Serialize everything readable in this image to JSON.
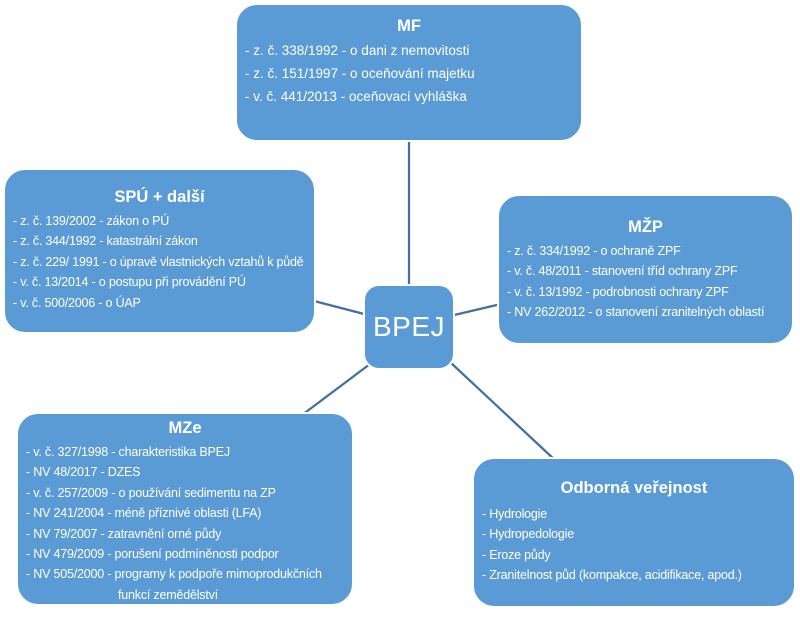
{
  "colors": {
    "box_fill": "#5b9bd5",
    "box_border": "#ffffff",
    "connector": "#41719c",
    "text": "#ffffff"
  },
  "center": {
    "label": "BPEJ"
  },
  "nodes": {
    "mf": {
      "title": "MF",
      "items": [
        "- z. č. 338/1992 - o dani z nemovitosti",
        "- z. č. 151/1997 - o oceňování majetku",
        "- v. č. 441/2013 - oceňovací vyhláška"
      ]
    },
    "spu": {
      "title": "SPÚ + další",
      "items": [
        "- z. č. 139/2002 - zákon o PÚ",
        "- z. č. 344/1992 - katastrální zákon",
        "- z. č. 229/ 1991 - o úpravě vlastnických vztahů k půdě",
        "- v. č. 13/2014 - o postupu při provádění PÚ",
        "- v. č. 500/2006 - o ÚAP"
      ]
    },
    "mzp": {
      "title": "MŽP",
      "items": [
        "- z. č. 334/1992 - o ochraně ZPF",
        "- v. č. 48/2011 - stanovení tříd ochrany ZPF",
        "- v. č. 13/1992 - podrobnosti ochrany ZPF",
        "- NV 262/2012 - o stanovení zranitelných oblastí"
      ]
    },
    "mze": {
      "title": "MZe",
      "items": [
        "- v. č. 327/1998 - charakteristika BPEJ",
        "- NV 48/2017 - DZES",
        "- v. č. 257/2009 - o používání sedimentu na ZP",
        "- NV 241/2004 - méně příznivé oblasti (LFA)",
        "- NV 79/2007 - zatravnění orné půdy",
        "- NV 479/2009 - porušení podmíněnosti podpor",
        "- NV 505/2000 - programy k podpoře mimoprodukčních funkcí zemědělství"
      ]
    },
    "odborna": {
      "title": "Odborná veřejnost",
      "items": [
        "- Hydrologie",
        "- Hydropedologie",
        "- Eroze půdy",
        "- Zranitelnost půd (kompakce, acidifikace, apod.)"
      ]
    }
  }
}
